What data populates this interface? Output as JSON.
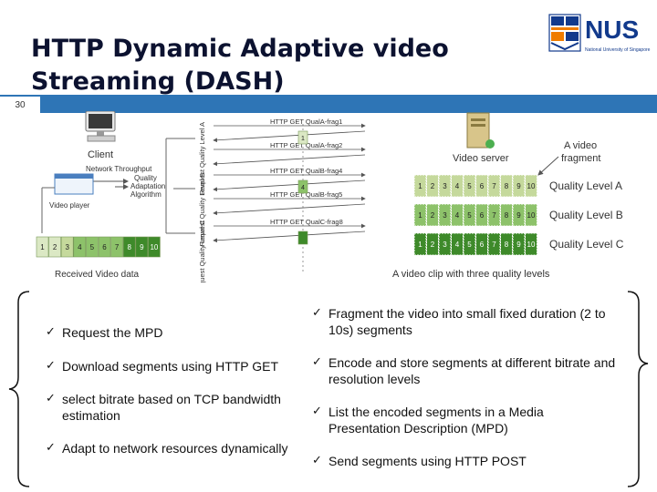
{
  "slide": {
    "number": "30",
    "title": "HTTP Dynamic Adaptive video Streaming (DASH)"
  },
  "logo": {
    "text": "NUS",
    "subtitle": "National University of Singapore",
    "colors": {
      "blue": "#123a8c",
      "orange": "#ef7c00"
    }
  },
  "diagram": {
    "client_label": "Client",
    "throughput_label": "Network Throughput",
    "adaptation_label": [
      "Quality",
      "Adaptation",
      "Algorithm"
    ],
    "video_player_label": "Video player",
    "received_label": "Received Video data",
    "received_segments": [
      "1",
      "2",
      "3",
      "4",
      "5",
      "6",
      "7",
      "8",
      "9",
      "10"
    ],
    "requests": [
      "HTTP GET QualA-frag1",
      "HTTP GET QualA-frag2",
      "HTTP GET QualB-frag4",
      "HTTP GET QualB-frag5",
      "HTTP GET QualC-frag8"
    ],
    "request_segments": [
      "1",
      "4",
      ""
    ],
    "vertical_labels": [
      "Request Quality Level A",
      "Request Quality Level B",
      "Request Quality Level C"
    ],
    "server_label": "Video server",
    "fragment_label": [
      "A video",
      "fragment"
    ],
    "quality_levels": [
      "Quality Level A",
      "Quality Level B",
      "Quality Level C"
    ],
    "clip_label": "A video clip with three quality levels",
    "segments": [
      "1",
      "2",
      "3",
      "4",
      "5",
      "6",
      "7",
      "8",
      "9",
      "10"
    ],
    "colors": {
      "level_a": "#c5d99c",
      "level_b": "#8dc26a",
      "level_c": "#3e8a2a",
      "light": "#dbe8c4",
      "arrow": "#555555"
    }
  },
  "left_bullets": [
    "Request the MPD",
    "Download segments using HTTP GET",
    "select bitrate based on TCP bandwidth estimation",
    "Adapt to network resources dynamically"
  ],
  "right_bullets": [
    "Fragment the video into small fixed duration (2 to 10s) segments",
    "Encode and store segments at different bitrate and resolution levels",
    "List the encoded segments in a Media Presentation Description (MPD)",
    "Send segments using HTTP POST"
  ]
}
